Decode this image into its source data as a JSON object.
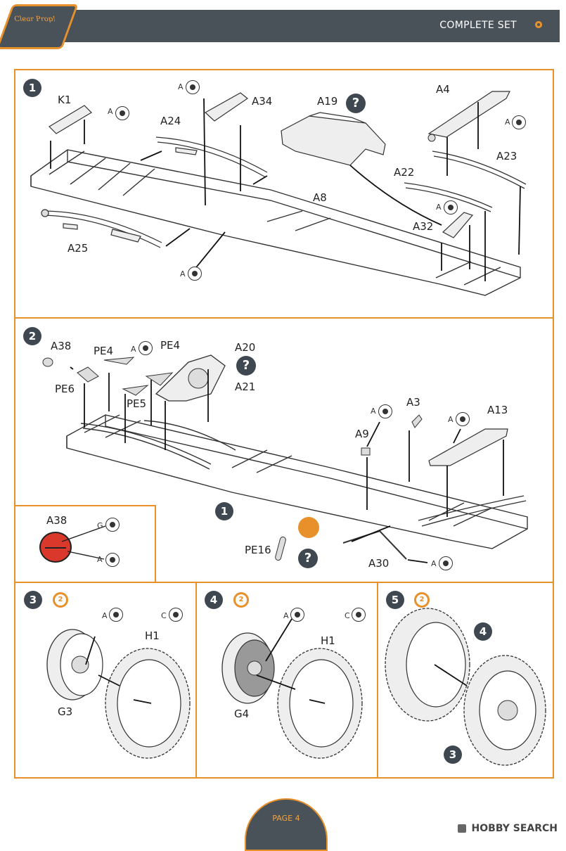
{
  "header": {
    "logo_text": "Clear Prop!",
    "title": "COMPLETE SET",
    "accent_color": "#e8902a",
    "bar_color": "#4a5259"
  },
  "steps": {
    "s1": {
      "number": "1",
      "labels": {
        "k1": "K1",
        "a24": "A24",
        "a34": "A34",
        "a19": "A19",
        "a4": "A4",
        "a23": "A23",
        "a22": "A22",
        "a8": "A8",
        "a32": "A32",
        "a25": "A25"
      },
      "glue_letter": "A",
      "question": "?"
    },
    "s2": {
      "number": "2",
      "labels": {
        "a38": "A38",
        "pe4a": "PE4",
        "pe4b": "PE4",
        "pe6": "PE6",
        "pe5": "PE5",
        "a20": "A20",
        "a21": "A21",
        "a3": "A3",
        "a9": "A9",
        "a13": "A13",
        "pe16": "PE16",
        "a30": "A30"
      },
      "ref_step": "1",
      "glue_letter": "A",
      "question": "?"
    },
    "inset": {
      "label": "A38",
      "glue_top": "G",
      "glue_bottom": "A"
    },
    "s3": {
      "number": "3",
      "ring": "2",
      "labels": {
        "h1": "H1",
        "g3": "G3"
      },
      "glue_a": "A",
      "glue_c": "C"
    },
    "s4": {
      "number": "4",
      "ring": "2",
      "labels": {
        "h1": "H1",
        "g4": "G4"
      },
      "glue_a": "A",
      "glue_c": "C"
    },
    "s5": {
      "number": "5",
      "ring": "2",
      "ref_top": "4",
      "ref_bottom": "3"
    }
  },
  "footer": {
    "page": "PAGE 4",
    "watermark": "HOBBY SEARCH"
  }
}
